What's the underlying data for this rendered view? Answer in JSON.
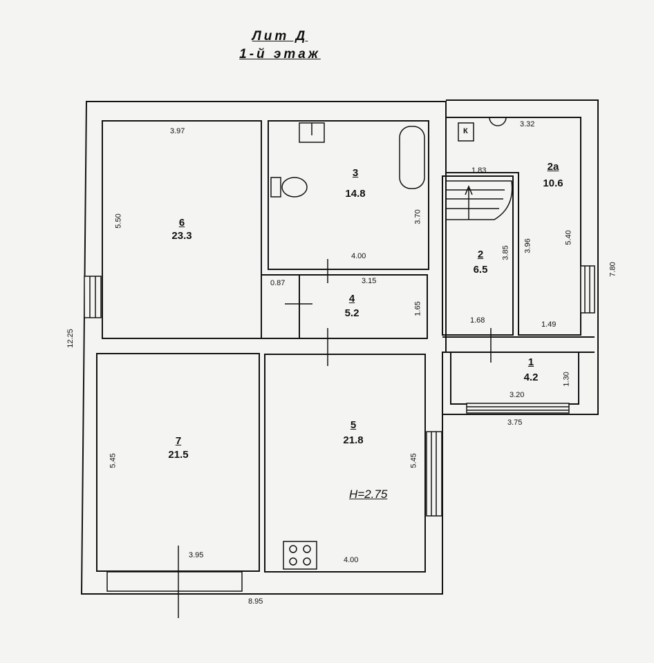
{
  "header": {
    "line1": "Лит Д",
    "line2": "1-й этаж"
  },
  "rooms": [
    {
      "num": "6",
      "area": "23.3"
    },
    {
      "num": "3",
      "area": "14.8"
    },
    {
      "num": "2а",
      "area": "10.6"
    },
    {
      "num": "2",
      "area": "6.5"
    },
    {
      "num": "4",
      "area": "5.2"
    },
    {
      "num": "1",
      "area": "4.2"
    },
    {
      "num": "7",
      "area": "21.5"
    },
    {
      "num": "5",
      "area": "21.8"
    }
  ],
  "dims": {
    "r6_top": "3.97",
    "r6_side": "5.50",
    "r3_bottom": "4.00",
    "r3_side": "3.70",
    "r2a_top": "3.32",
    "r2a_side": "5.40",
    "r2a_inner": "3.96",
    "r2a_bottom": "1.49",
    "r2_top": "1.83",
    "r2_side": "3.85",
    "r2_bottom": "1.68",
    "r4_top": "3.15",
    "r4_side": "1.65",
    "r4_door": "0.87",
    "r1_bottom": "3.20",
    "r1_side": "1.30",
    "r1_outer": "3.75",
    "r7_side": "5.45",
    "r7_bottom": "3.95",
    "r5_side": "5.45",
    "r5_bottom": "4.00",
    "total_height": "12.25",
    "right_height": "7.80",
    "total_width": "8.95"
  },
  "ceiling_height": "H=2.75",
  "k_label": "К"
}
